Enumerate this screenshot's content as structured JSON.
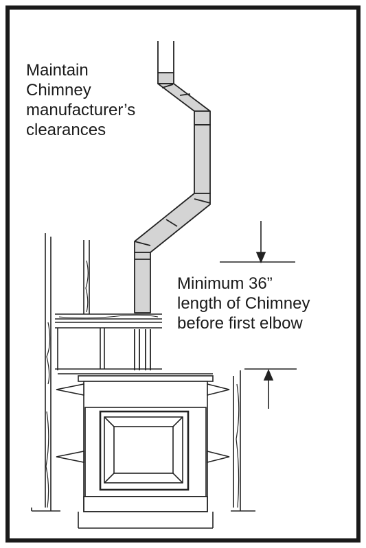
{
  "diagram": {
    "clearance_note": {
      "lines": [
        "Maintain",
        "Chimney",
        "manufacturer’s",
        "clearances"
      ]
    },
    "minimum_note": {
      "lines": [
        "Minimum 36”",
        "length of Chimney",
        "before first elbow"
      ]
    },
    "colors": {
      "border": "#1a1a1a",
      "chimney_fill": "#d4d4d4",
      "line": "#222222",
      "background": "#ffffff"
    }
  }
}
